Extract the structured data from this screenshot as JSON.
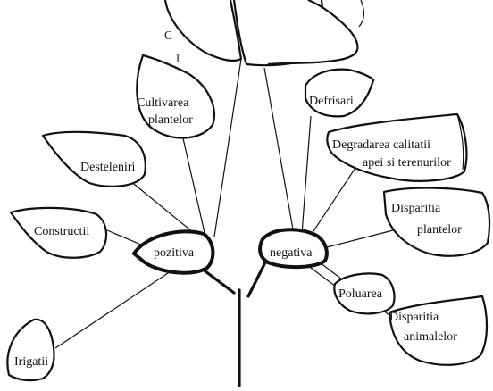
{
  "diagram": {
    "top_fragment": {
      "line1": "C",
      "line2": "I"
    },
    "positive": {
      "center_label": "pozitiva",
      "leaves": {
        "cultivarea": {
          "line1": "Cultivarea",
          "line2": "plantelor"
        },
        "desteleniri": "Desteleniri",
        "constructii": "Constructii",
        "irigatii": "Irigatii"
      }
    },
    "negative": {
      "center_label": "negativa",
      "leaves": {
        "defrisari": "Defrisari",
        "degradarea": {
          "line1": "Degradarea calitatii",
          "line2": "apei si terenurilor"
        },
        "disparitia_plantelor": {
          "line1": "Disparitia",
          "line2": "plantelor"
        },
        "poluarea": "Poluarea",
        "disparitia_animalelor": {
          "line1": "Disparitia",
          "line2": "animalelor"
        }
      }
    }
  }
}
